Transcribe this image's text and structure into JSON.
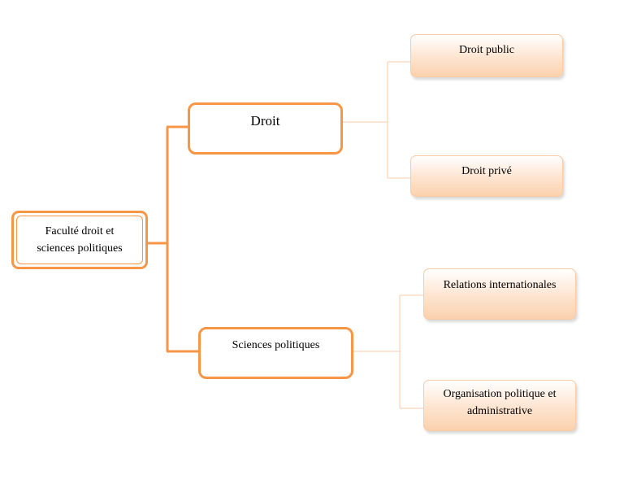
{
  "diagram": {
    "root": {
      "label_line1": "Faculté droit et",
      "label_line2": "sciences politiques"
    },
    "branches": [
      {
        "label": "Droit",
        "children": [
          {
            "label": "Droit public"
          },
          {
            "label": "Droit privé"
          }
        ]
      },
      {
        "label": "Sciences politiques",
        "children": [
          {
            "label": "Relations internationales"
          },
          {
            "label_line1": "Organisation politique et",
            "label_line2": "administrative"
          }
        ]
      }
    ],
    "colors": {
      "accent": "#f79646",
      "connector_thin": "#f8cba4",
      "leaf_fill": "#fbd1ad"
    }
  }
}
